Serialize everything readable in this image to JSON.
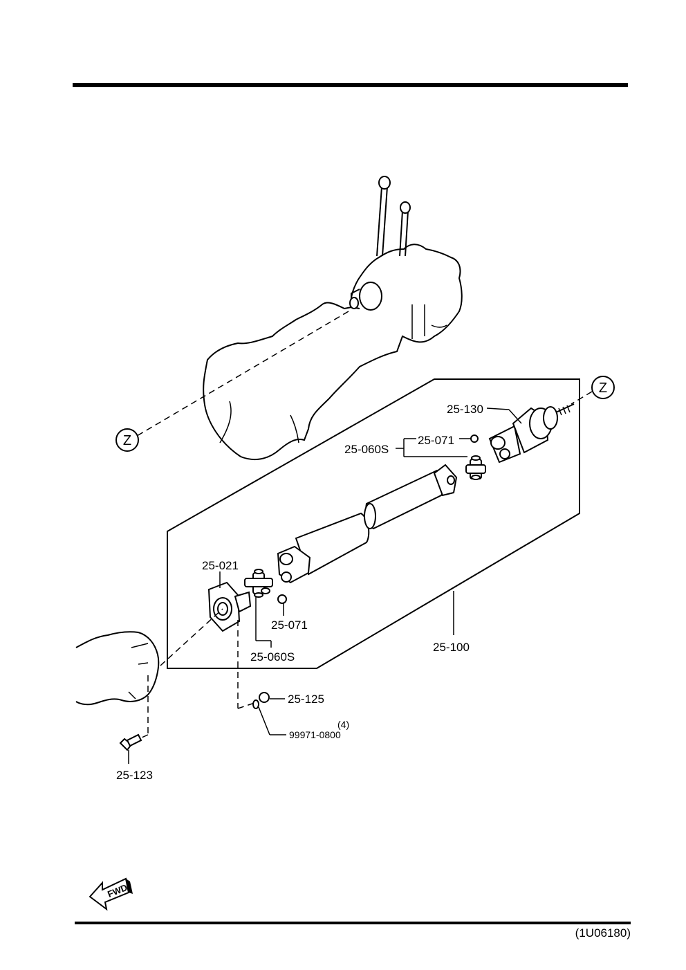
{
  "figure_code": "(1U06180)",
  "direction_label": "FWD",
  "reference_marker": "Z",
  "parts": {
    "transmission_end": "25-130",
    "center_uj_kit": "25-060S",
    "center_snap_ring": "25-071",
    "flange_yoke": "25-021",
    "front_uj_kit": "25-060S",
    "front_snap_ring": "25-071",
    "propeller_shaft": "25-100",
    "flange_nut": "25-125",
    "washer_qty": "(4)",
    "washer": "99971-0800",
    "flange_bolt": "25-123"
  }
}
